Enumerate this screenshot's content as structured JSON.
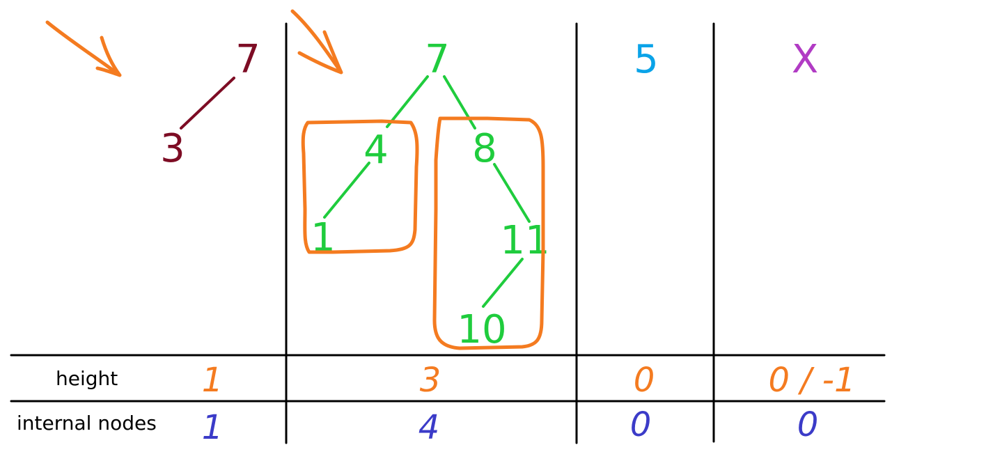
{
  "colors": {
    "grid": "#000000",
    "annotation": "#f47b20",
    "tree1": "#7d0c24",
    "tree2": "#1fcc3d",
    "tree3": "#0aa3e8",
    "tree4": "#b13bc4",
    "internal": "#3b3bc8"
  },
  "trees": {
    "t1": {
      "root": "7",
      "left": "3"
    },
    "t2": {
      "root": "7",
      "a": "4",
      "b": "1",
      "c": "8",
      "d": "11",
      "e": "10"
    },
    "t3": {
      "root": "5"
    },
    "t4": {
      "root": "X"
    }
  },
  "table": {
    "height_label": "height",
    "internal_label": "internal nodes",
    "height": [
      "1",
      "3",
      "0",
      "0 / -1"
    ],
    "internal": [
      "1",
      "4",
      "0",
      "0"
    ]
  }
}
